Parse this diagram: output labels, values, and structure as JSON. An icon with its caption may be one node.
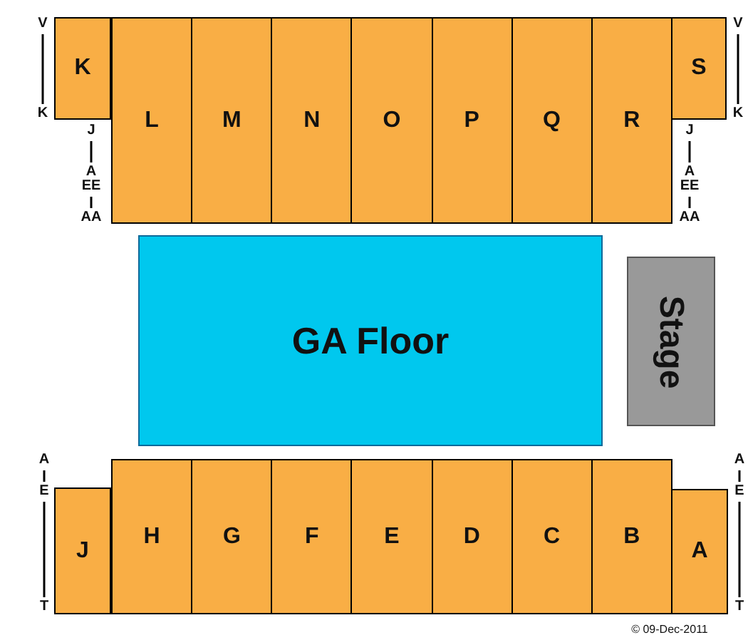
{
  "diagram": {
    "nodes": [
      {
        "text": [
          "K"
        ]
      },
      {
        "text": [
          "L"
        ]
      },
      {
        "text": [
          "M"
        ]
      },
      {
        "text": [
          "N"
        ]
      },
      {
        "text": [
          "O"
        ]
      },
      {
        "text": [
          "P"
        ]
      },
      {
        "text": [
          "Q"
        ]
      },
      {
        "text": [
          "R"
        ]
      },
      {
        "text": [
          "S"
        ]
      },
      {
        "text": [
          "GA Floor"
        ]
      },
      {
        "text": [
          "Stage"
        ]
      },
      {
        "text": [
          "J"
        ]
      },
      {
        "text": [
          "H"
        ]
      },
      {
        "text": [
          "G"
        ]
      },
      {
        "text": [
          "F"
        ]
      },
      {
        "text": [
          "E"
        ]
      },
      {
        "text": [
          "D"
        ]
      },
      {
        "text": [
          "C"
        ]
      },
      {
        "text": [
          "B"
        ]
      },
      {
        "text": [
          "A"
        ]
      }
    ],
    "labels": [
      "V",
      "V",
      "K",
      "K",
      "J",
      "J",
      "A",
      "A",
      "EE",
      "EE",
      "AA",
      "AA",
      "A",
      "A",
      "E",
      "E",
      "T",
      "T",
      "© 09-Dec-2011"
    ]
  }
}
